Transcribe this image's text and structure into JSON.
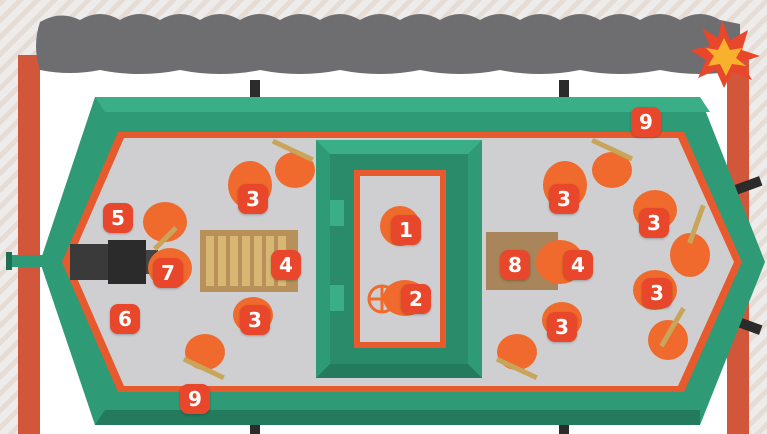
{
  "colors": {
    "hull": "#2f9a76",
    "hull_dark": "#1f6f55",
    "trim": "#e65a2e",
    "floor": "#cfcfd1",
    "crew": "#ef6a2c",
    "header_bar": "#6e6e70",
    "ammo": "#c9a55a",
    "gun_steel": "#3a3a3a"
  },
  "icons": [
    "explosion-icon",
    "crew-member-icon",
    "steering-wheel-icon",
    "gun-port-icon",
    "ammo-crate-icon",
    "main-gun-icon"
  ],
  "markers": {
    "m1": "1",
    "m2": "2",
    "m3a": "3",
    "m3b": "3",
    "m3c": "3",
    "m3d": "3",
    "m3e": "3",
    "m3f": "3",
    "m4a": "4",
    "m4b": "4",
    "m5": "5",
    "m6": "6",
    "m7": "7",
    "m8": "8",
    "m9a": "9",
    "m9b": "9"
  }
}
